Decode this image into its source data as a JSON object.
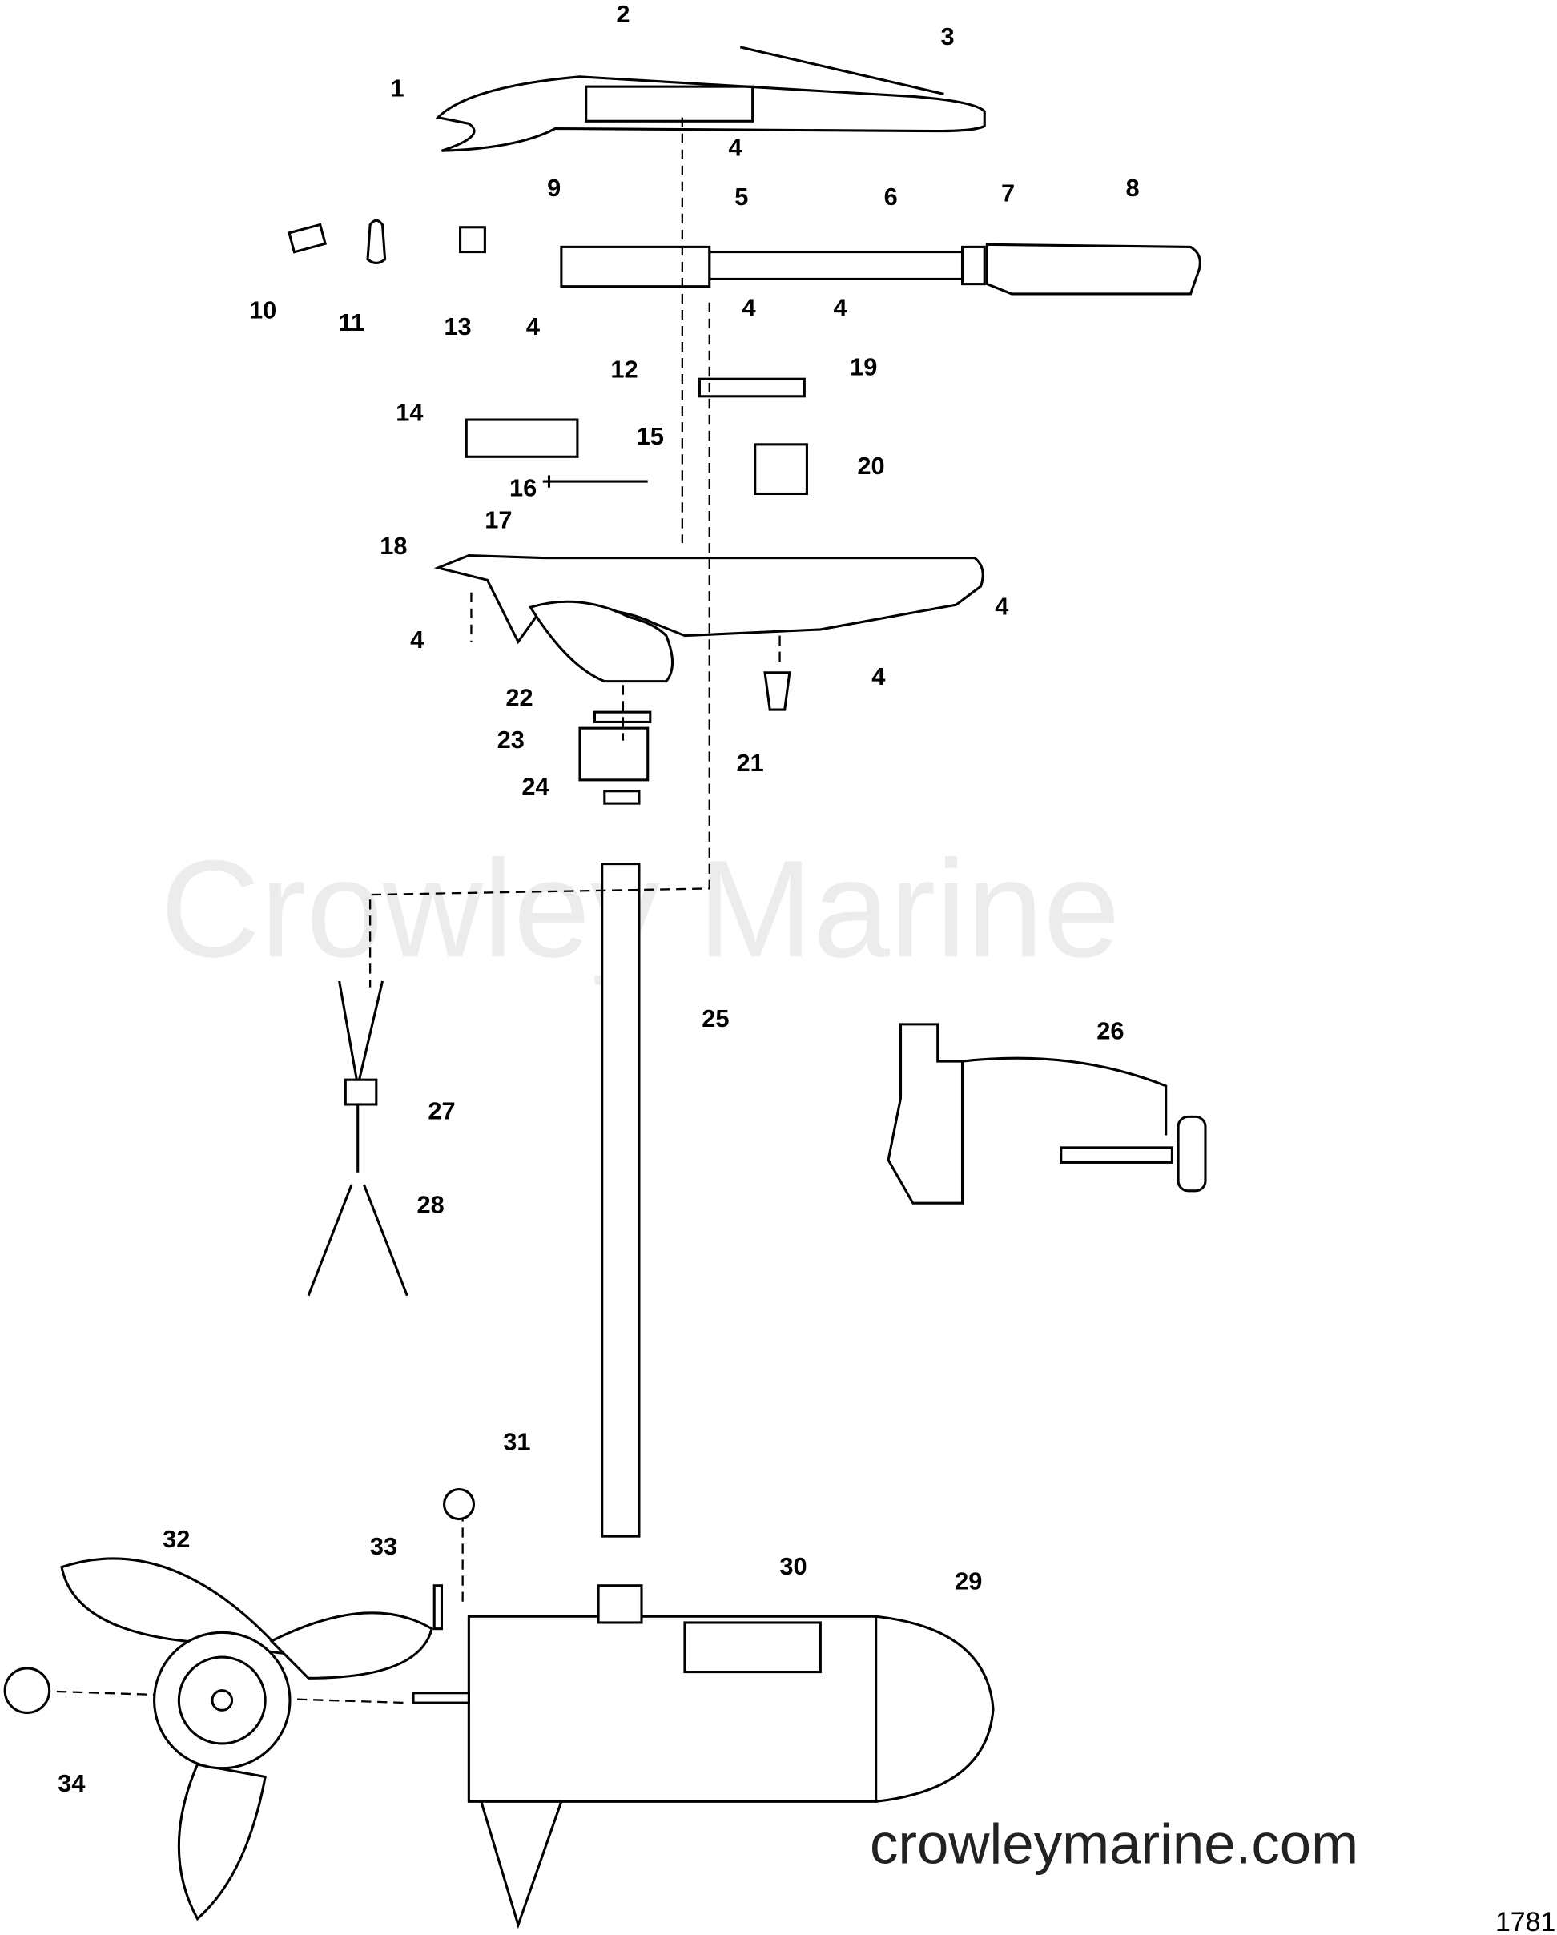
{
  "diagram": {
    "callouts": [
      "1",
      "2",
      "3",
      "4",
      "5",
      "6",
      "7",
      "8",
      "9",
      "10",
      "11",
      "12",
      "13",
      "4",
      "4",
      "4",
      "19",
      "14",
      "15",
      "16",
      "20",
      "17",
      "18",
      "4",
      "4",
      "4",
      "22",
      "23",
      "21",
      "24",
      "25",
      "26",
      "27",
      "28",
      "31",
      "32",
      "33",
      "30",
      "29",
      "34"
    ],
    "watermark": "Crowley Marine",
    "website": "crowleymarine.com",
    "figure_number": "1781"
  }
}
